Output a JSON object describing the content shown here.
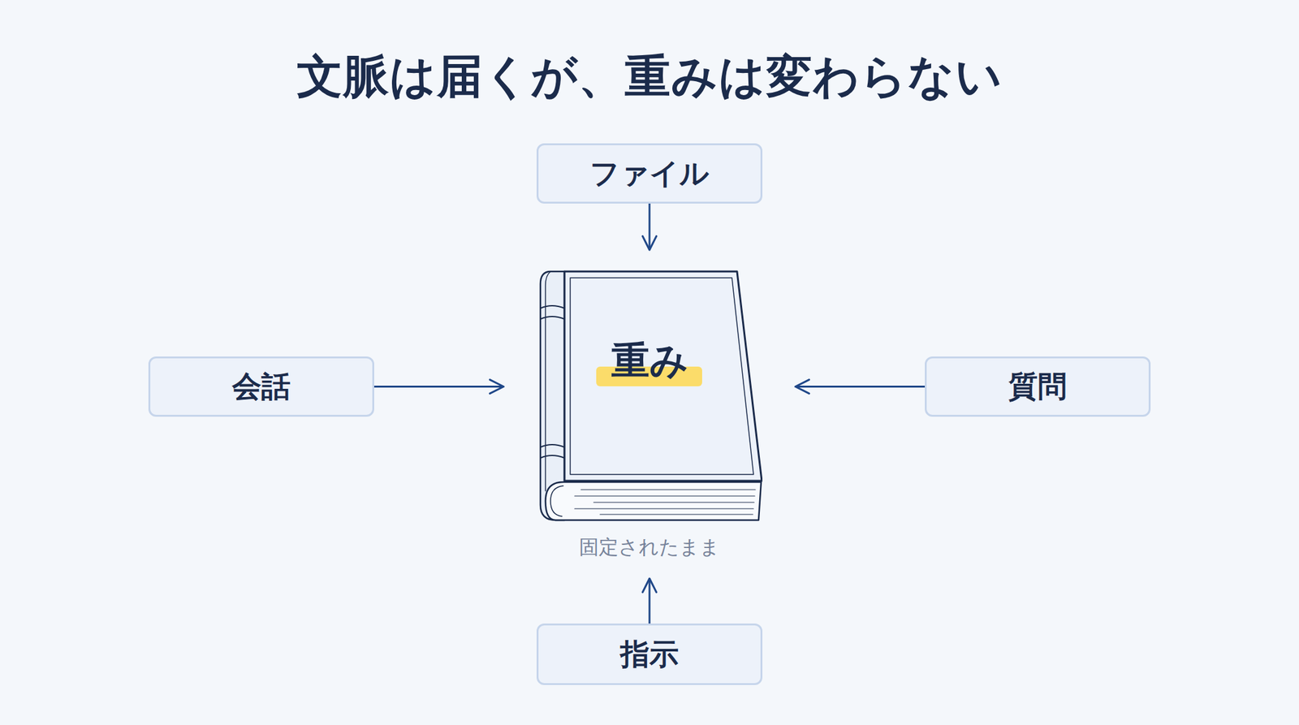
{
  "diagram": {
    "title": "文脈は届くが、重みは変わらない",
    "nodes": [
      {
        "text": [
          "ファイル"
        ]
      },
      {
        "text": [
          "会話"
        ]
      },
      {
        "text": [
          "重み",
          "固定されたまま"
        ]
      },
      {
        "text": [
          "質問"
        ]
      },
      {
        "text": [
          "指示"
        ]
      }
    ],
    "edges": [
      {
        "from": 0,
        "to": 2,
        "arrow": "to"
      },
      {
        "from": 1,
        "to": 2,
        "arrow": "to"
      },
      {
        "from": 3,
        "to": 2,
        "arrow": "to"
      },
      {
        "from": 4,
        "to": 2,
        "arrow": "to"
      }
    ]
  }
}
